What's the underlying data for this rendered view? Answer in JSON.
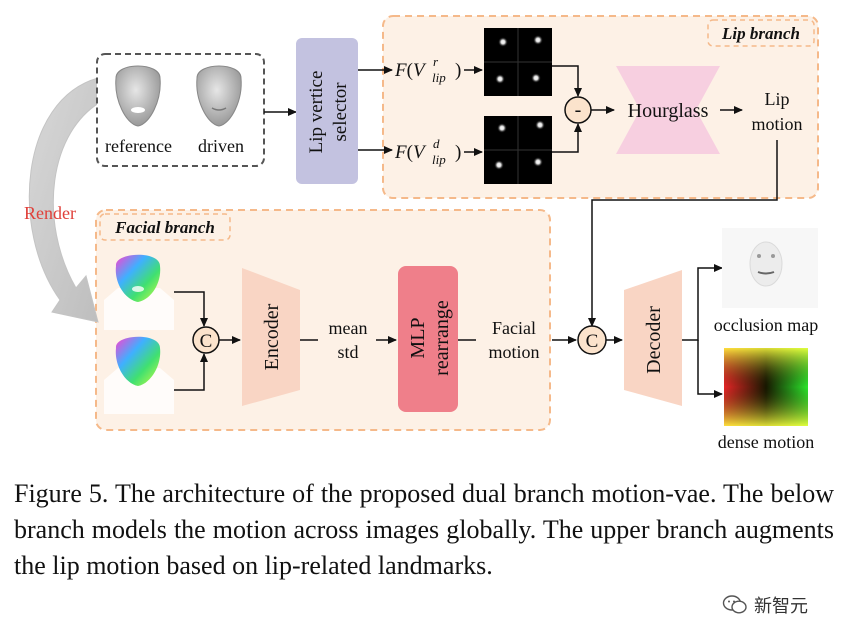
{
  "diagram": {
    "labels": {
      "reference": "reference",
      "driven": "driven",
      "render": "Render",
      "lip_selector": [
        "Lip vertice",
        "selector"
      ],
      "lip_branch": "Lip branch",
      "facial_branch": "Facial branch",
      "f_lip_r": {
        "F": "F",
        "V": "V",
        "sup": "r",
        "sub": "lip"
      },
      "f_lip_d": {
        "F": "F",
        "V": "V",
        "sup": "d",
        "sub": "lip"
      },
      "minus": "-",
      "hourglass": "Hourglass",
      "lip_motion": [
        "Lip",
        "motion"
      ],
      "concat": "C",
      "encoder": "Encoder",
      "mean": "mean",
      "std": "std",
      "mlp": [
        "MLP",
        "rearrange"
      ],
      "facial_motion": [
        "Facial",
        "motion"
      ],
      "decoder": "Decoder",
      "occlusion_map": "occlusion map",
      "dense_motion": "dense motion"
    },
    "colors": {
      "branch_border": "#f5b98a",
      "branch_fill": "#fdf1e6",
      "selector_fill": "#c3c2e0",
      "hourglass_fill": "#f7cfe0",
      "encoder_fill": "#f9d5c4",
      "mlp_fill": "#ef7f8a",
      "render_text": "#e0403a",
      "concat_fill": "#fbe3cc"
    }
  },
  "caption": "Figure 5.  The architecture of the proposed dual branch motion-vae. The below branch models the motion across images globally. The upper branch augments the lip motion based on lip-related landmarks.",
  "watermark": "新智元",
  "icons": [
    "face-mesh-icon",
    "heatmap-icon",
    "occlusion-map-icon",
    "dense-motion-icon",
    "wechat-icon"
  ]
}
